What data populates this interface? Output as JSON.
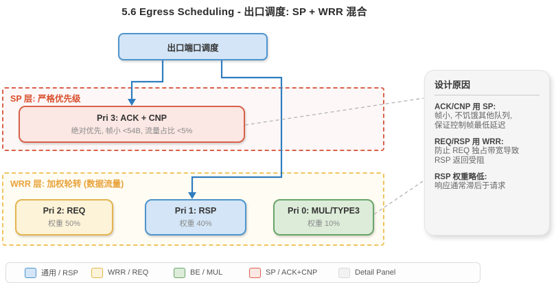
{
  "title": "5.6 Egress Scheduling - 出口调度: SP + WRR 混合",
  "root_node": {
    "label": "出口端口调度"
  },
  "sp_layer": {
    "label": "SP 层: 严格优先级",
    "nodes": [
      {
        "title": "Pri 3: ACK + CNP",
        "subtitle": "绝对优先, 帧小 <54B, 流量占比 <5%"
      }
    ]
  },
  "wrr_layer": {
    "label": "WRR 层: 加权轮转 (数据流量)",
    "nodes": [
      {
        "title": "Pri 2: REQ",
        "subtitle": "权重 50%"
      },
      {
        "title": "Pri 1: RSP",
        "subtitle": "权重 40%"
      },
      {
        "title": "Pri 0: MUL/TYPE3",
        "subtitle": "权重 10%"
      }
    ]
  },
  "detail_panel": {
    "title": "设计原因",
    "sections": [
      {
        "lead": "ACK/CNP 用 SP:",
        "lines": [
          "帧小, 不饥饿其他队列,",
          "保证控制帧最低延迟"
        ]
      },
      {
        "lead": "REQ/RSP 用 WRR:",
        "lines": [
          "防止 REQ 独占带宽导致",
          "RSP 返回受阻"
        ]
      },
      {
        "lead": "RSP 权重略低:",
        "lines": [
          "响应通常滞后于请求"
        ]
      }
    ]
  },
  "legend": {
    "items": [
      {
        "label": "通用 / RSP",
        "swatch": "blue"
      },
      {
        "label": "WRR / REQ",
        "swatch": "yellow"
      },
      {
        "label": "BE / MUL",
        "swatch": "green"
      },
      {
        "label": "SP / ACK+CNP",
        "swatch": "red"
      },
      {
        "label": "Detail Panel",
        "swatch": "gray"
      }
    ]
  },
  "colors": {
    "blue-fill": "#d3e5f6",
    "blue-border": "#4d94cd",
    "arrow-blue": "#2e7cc0",
    "red-fill": "#fbe7e3",
    "red-border": "#d9604a",
    "sp-label": "#d94f2e",
    "sp-bg": "#fdf8f7",
    "yellow-fill": "#fdf3d8",
    "yellow-border": "#e4b54e",
    "wrr-dash": "#eec45f",
    "wrr-label": "#e8a33b",
    "wrr-bg": "#fffcf3",
    "green-fill": "#dcecd9",
    "green-border": "#6aa56a",
    "panel-bg": "#f5f5f5",
    "panel-border": "#e3e3e3",
    "gray-dash": "#b8b8b8"
  }
}
